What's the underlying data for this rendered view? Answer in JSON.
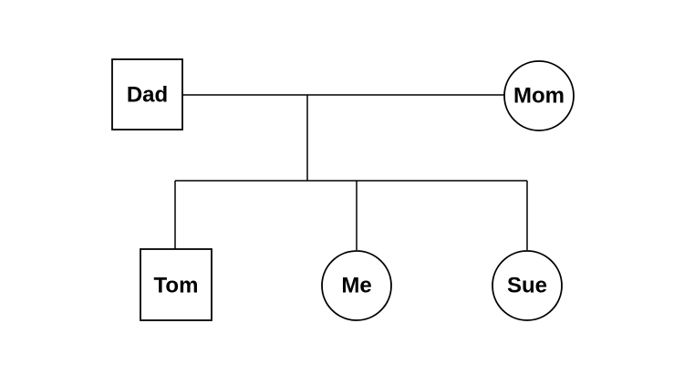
{
  "colors": {
    "stroke": "#000000",
    "background": "#ffffff"
  },
  "pedigree": {
    "father": {
      "label": "Dad",
      "sex": "male",
      "symbol": "square"
    },
    "mother": {
      "label": "Mom",
      "sex": "female",
      "symbol": "circle"
    },
    "children": [
      {
        "label": "Tom",
        "sex": "male",
        "symbol": "square"
      },
      {
        "label": "Me",
        "sex": "female",
        "symbol": "circle"
      },
      {
        "label": "Sue",
        "sex": "female",
        "symbol": "circle"
      }
    ]
  }
}
